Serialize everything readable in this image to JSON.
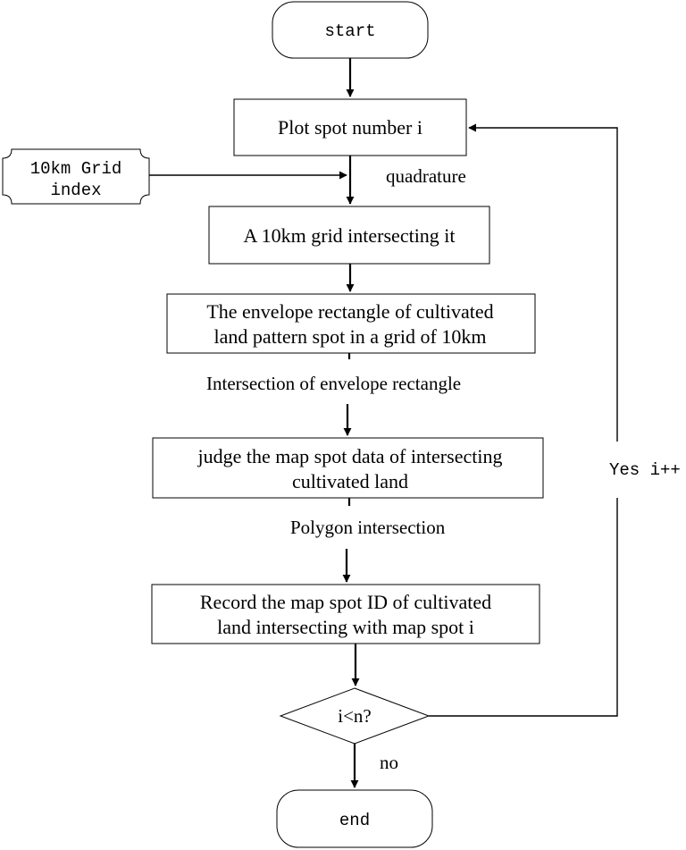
{
  "nodes": {
    "start": "start",
    "plot_spot": "Plot spot number i",
    "grid_index": [
      "10km Grid",
      "index"
    ],
    "grid_intersect": "A 10km grid intersecting it",
    "envelope": [
      "The envelope rectangle of cultivated",
      "land pattern spot in a grid of 10km"
    ],
    "judge": [
      "judge the map spot data of intersecting",
      "cultivated land"
    ],
    "record": [
      "Record the map spot ID of cultivated",
      "land intersecting with map spot i"
    ],
    "decision": "i<n?",
    "end": "end"
  },
  "edge_labels": {
    "quadrature": "quadrature",
    "envelope_intersection": "Intersection of envelope rectangle",
    "polygon_intersection": "Polygon intersection",
    "loop": "Yes i++",
    "exit": "no"
  }
}
